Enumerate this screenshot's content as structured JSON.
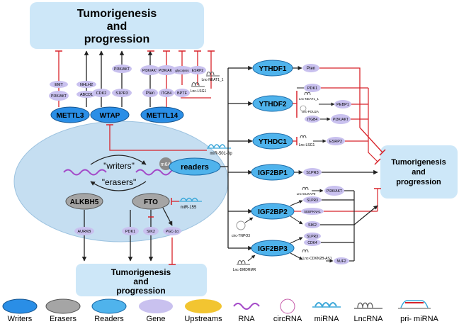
{
  "outcomes": {
    "top": [
      "Tumorigenesis",
      "and",
      "progression"
    ],
    "right": [
      "Tumorigenesis",
      "and",
      "progression"
    ],
    "bottom": [
      "Tumorigenesis",
      "and",
      "progression"
    ]
  },
  "writers": {
    "mettl3": "METTL3",
    "wtap": "WTAP",
    "mettl14": "METTL14"
  },
  "erasers": {
    "alkbh5": "ALKBH5",
    "fto": "FTO"
  },
  "cell": {
    "writers_label": "\"writers\"",
    "erasers_label": "\"erasers\"",
    "m6a": "m6A",
    "readers": "readers"
  },
  "readers": {
    "ythdf1": "YTHDF1",
    "ythdf2": "YTHDF2",
    "ythdc1": "YTHDC1",
    "igf2bp1": "IGF2BP1",
    "igf2bp2": "IGF2BP2",
    "igf2bp3": "IGF2BP3"
  },
  "genes": {
    "emt": "EMT",
    "pi3k_akt_a": "PI3K/AKT",
    "nhlh2": "NHLH2",
    "abcd1": "ABCD1",
    "cdk2": "CDK2",
    "pi3k_akt_b": "PI3K/AKT",
    "s1pr3_a": "S1PR3",
    "pi3k_akt_c": "PI3K/AKT",
    "pten_a": "Pten",
    "pi3k_akt_d": "PI3K/AKT",
    "itgb4_a": "ITGB4",
    "glycolysis": "glycolysis",
    "bptf": "BPTF",
    "esrp2_a": "ESRP2",
    "pten_b": "Pten",
    "pdk1_a": "PDK1",
    "pebp1": "PEBP1",
    "itgb4_b": "ITGB4",
    "pi3k_akt_e": "PI3K/AKT",
    "esrp2_b": "ESRP2",
    "s1pr3_b": "S1PR3",
    "pi3k_akt_f": "PI3K/AKT",
    "s1pr3_c": "S1PR3",
    "sebpkna1": "SEBPKNA1",
    "sik2_a": "SIK2",
    "s1pr3_d": "S1PR3",
    "cdk4": "CDK4",
    "nuf2": "NUF2",
    "aurkb": "AURKB",
    "pdk1_b": "PDK1",
    "sik2_b": "SIK2",
    "pgc1a": "PGC-1α"
  },
  "noncoding": {
    "lnc_lsg1_a": "Lnc-LSG1",
    "lnc_neat1_a": "Lnc-NEAT1_1",
    "lnc_neat1_b": "Lnc-NEAT1_1",
    "circ_pou2": "circ-POU2A",
    "lnc_lsg1_b": "Lnc-LSG1",
    "lnc_duxap9": "Lnc-DUXAP9",
    "lnc_cdkn2b": "Lnc-CDKN2B-AS1",
    "lnc_dmdrmr": "Lnc-DMDRMR",
    "circ_tnpo3": "circ-TNPO3",
    "mir_501": "miR-501-3p",
    "mir_155": "miR-155"
  },
  "legend": [
    "Writers",
    "Erasers",
    "Readers",
    "Gene",
    "Upstreams",
    "RNA",
    "circRNA",
    "miRNA",
    "LncRNA",
    "pri- miRNA"
  ],
  "colors": {
    "writer": "#2a8ee6",
    "eraser": "#a5a5a5",
    "reader": "#4fb3ec",
    "gene": "#c9c1ef",
    "upstream": "#f2c531",
    "rna": "#a347c7",
    "inhibit": "#d8232a",
    "outcome_box": "#cde7f8",
    "cell": "#c5def1"
  }
}
